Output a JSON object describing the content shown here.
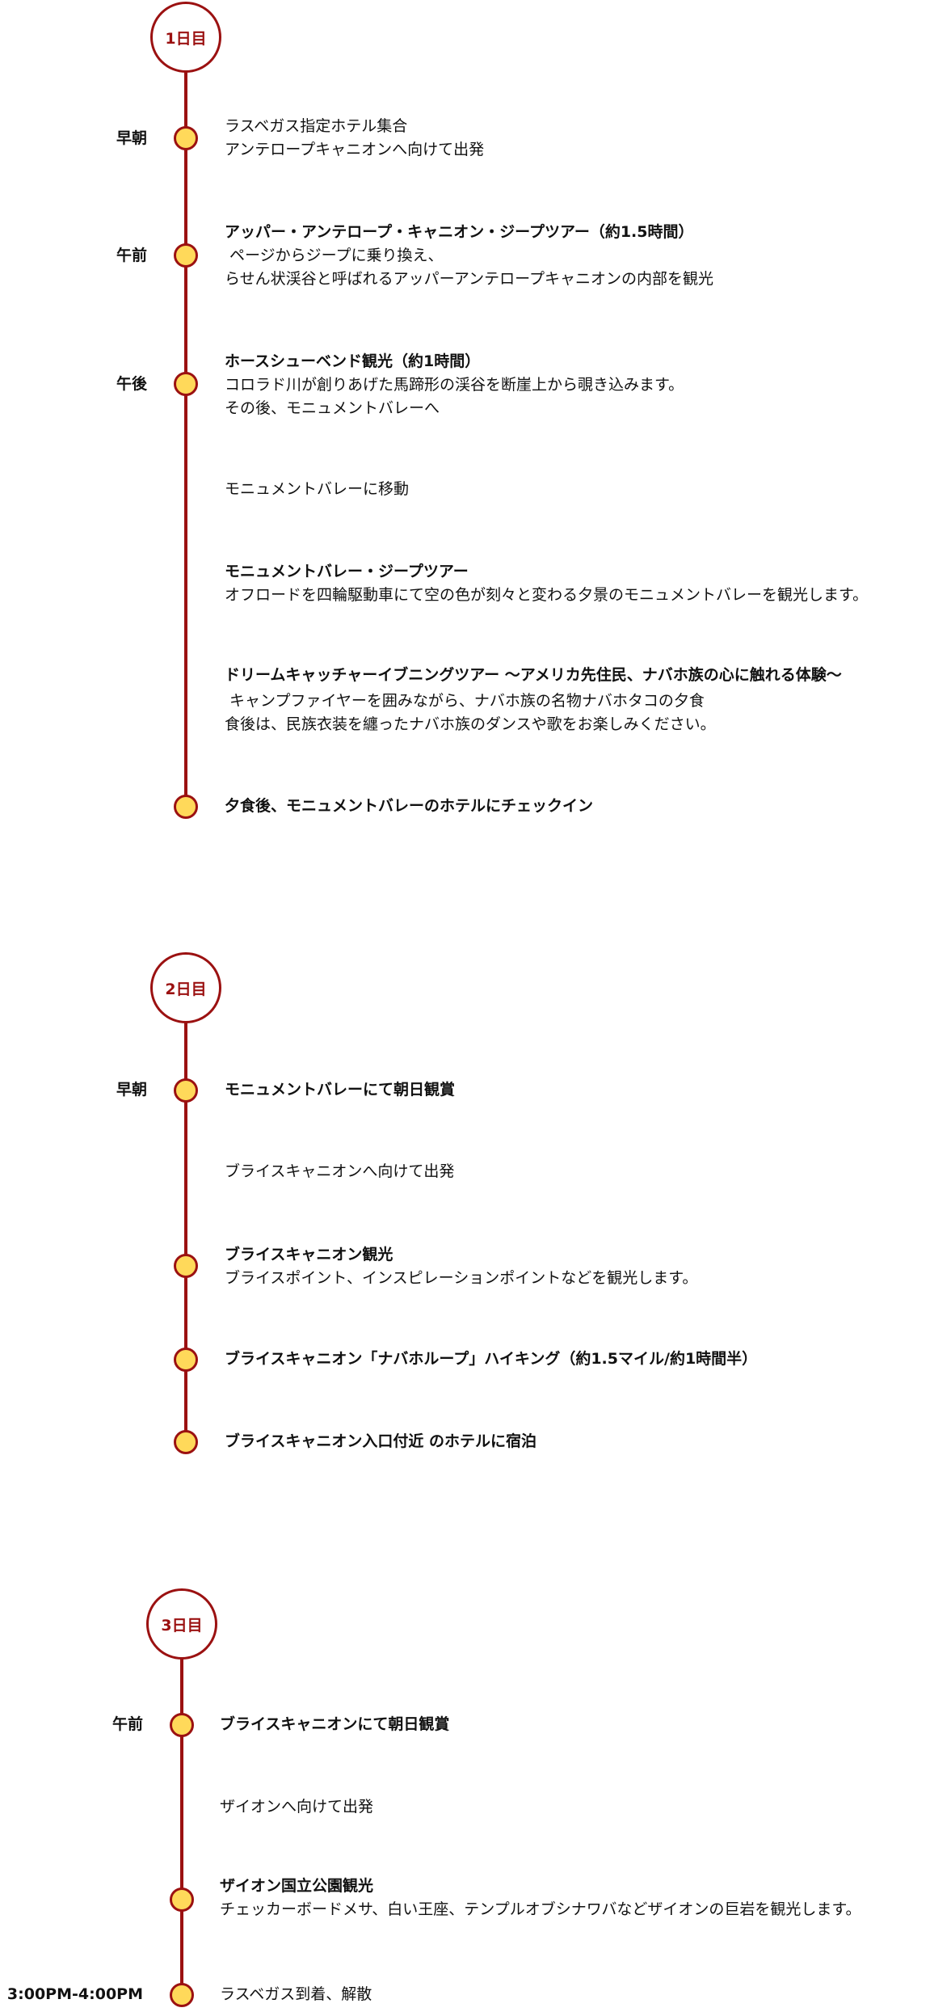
{
  "colors": {
    "accent": "#9b1111",
    "dot": "#ffd95a"
  },
  "days": [
    {
      "label": "1日目",
      "events": [
        {
          "time": "早朝",
          "lines": [
            "ラスベガス指定ホテル集合",
            "アンテロープキャニオンへ向けて出発"
          ]
        },
        {
          "time": "午前",
          "title": "アッパー・アンテロープ・キャニオン・ジープツアー（約1.5時間）",
          "lines": [
            " ページからジープに乗り換え、",
            "らせん状渓谷と呼ばれるアッパーアンテロープキャニオンの内部を観光"
          ]
        },
        {
          "time": "午後",
          "title": "ホースシューベンド観光（約1時間）",
          "lines": [
            "コロラド川が創りあげた馬蹄形の渓谷を断崖上から覗き込みます。",
            "その後、モニュメントバレーへ"
          ]
        },
        {
          "lines": [
            "モニュメントバレーに移動"
          ]
        },
        {
          "title": "モニュメントバレー・ジープツアー",
          "lines": [
            "オフロードを四輪駆動車にて空の色が刻々と変わる夕景のモニュメントバレーを観光します。"
          ]
        },
        {
          "title": "ドリームキャッチャーイブニングツアー 〜アメリカ先住民、ナバホ族の心に触れる体験〜",
          "lines": [
            " キャンプファイヤーを囲みながら、ナバホ族の名物ナバホタコの夕食",
            "食後は、民族衣装を纏ったナバホ族のダンスや歌をお楽しみください。"
          ]
        },
        {
          "title": "夕食後、モニュメントバレーのホテルにチェックイン"
        }
      ]
    },
    {
      "label": "2日目",
      "events": [
        {
          "time": "早朝",
          "title": "モニュメントバレーにて朝日観賞"
        },
        {
          "lines": [
            "ブライスキャニオンへ向けて出発"
          ]
        },
        {
          "title": "ブライスキャニオン観光",
          "lines": [
            "ブライスポイント、インスピレーションポイントなどを観光します。"
          ]
        },
        {
          "title": "ブライスキャニオン「ナバホループ」ハイキング（約1.5マイル/約1時間半）"
        },
        {
          "title": "ブライスキャニオン入口付近 のホテルに宿泊"
        }
      ]
    },
    {
      "label": "3日目",
      "events": [
        {
          "time": "午前",
          "title": "ブライスキャニオンにて朝日観賞"
        },
        {
          "lines": [
            "ザイオンへ向けて出発"
          ]
        },
        {
          "title": "ザイオン国立公園観光",
          "lines": [
            "チェッカーボードメサ、白い王座、テンプルオブシナワバなどザイオンの巨岩を観光します。"
          ]
        },
        {
          "time": "3:00PM-4:00PM",
          "lines": [
            "ラスベガス到着、解散"
          ]
        }
      ]
    }
  ]
}
